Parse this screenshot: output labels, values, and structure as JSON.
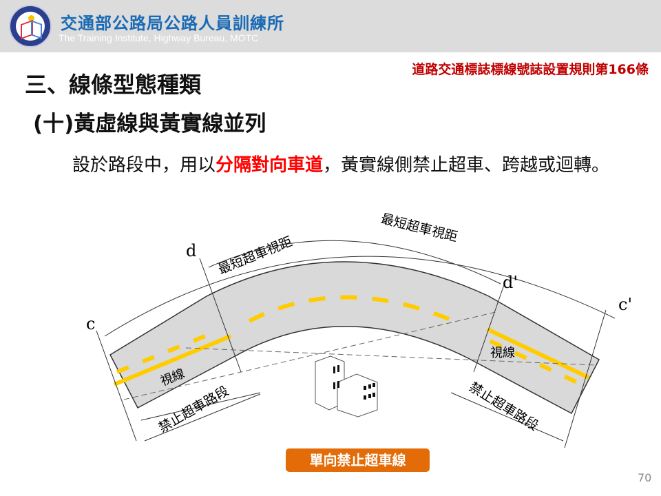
{
  "header": {
    "org_name": "交通部公路局公路人員訓練所",
    "org_name_en": "The Training Institute, Highway Bureau, MOTC"
  },
  "reference": "道路交通標誌標線號誌設置規則第166條",
  "title": "三、線條型態種類",
  "subtitle": "(十)黃虛線與黃實線並列",
  "body": {
    "before": "設於路段中，用以",
    "emphasis": "分隔對向車道",
    "after": "，黃實線側禁止超車、跨越或迴轉。"
  },
  "diagram": {
    "label_c": "c",
    "label_c2": "c'",
    "label_d": "d",
    "label_d2": "d'",
    "sight_distance_outer": "最短超車視距",
    "sight_distance_inner": "最短超車視距",
    "sight_line_left": "視線",
    "sight_line_right": "視線",
    "no_passing_left": "禁止超車路段",
    "no_passing_right": "禁止超車路段",
    "colors": {
      "road": "#d9d9d9",
      "marking": "#ffcc00"
    }
  },
  "caption": "單向禁止超車線",
  "page_number": "70"
}
